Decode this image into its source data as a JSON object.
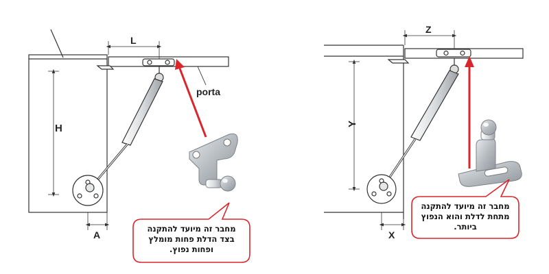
{
  "left_diagram": {
    "labels": {
      "l": "L",
      "h": "H",
      "a": "A",
      "porta": "porta"
    },
    "callout": [
      "מחבר זה מיועד להתקנה",
      "בצד הדלת פחות מומלץ",
      "ופחות נפוץ."
    ]
  },
  "right_diagram": {
    "labels": {
      "z": "Z",
      "y": "Y",
      "x": "X"
    },
    "callout": [
      "מחבר זה מיועד להתקנה",
      "מתחת לדלת והוא הנפוץ",
      "ביותר."
    ]
  },
  "colors": {
    "arrow": "#d9262c",
    "callout_border": "#d9262c",
    "line": "#333333",
    "metal": "#b9bec3"
  }
}
